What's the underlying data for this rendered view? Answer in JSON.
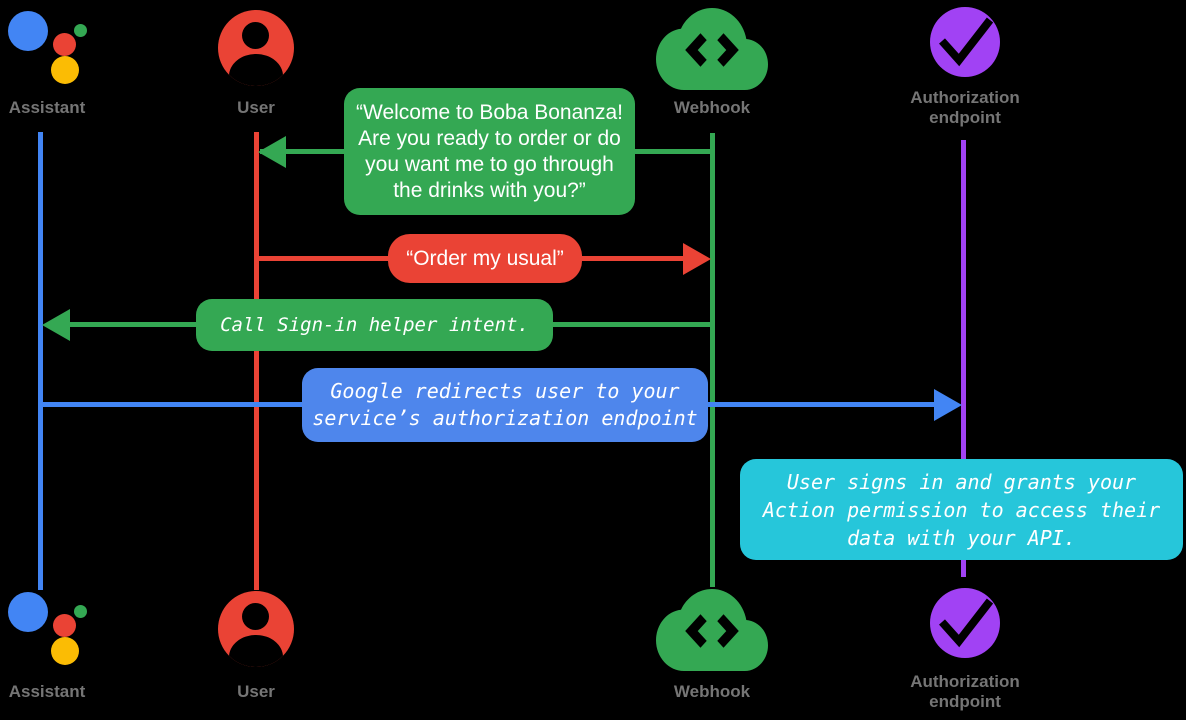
{
  "background": "#000000",
  "palette": {
    "assistant_blue": "#4285F4",
    "user_red": "#EA4335",
    "webhook_green": "#34A853",
    "auth_purple": "#A142F4",
    "assistant_yellow": "#FBBC04",
    "redirect_bubble_blue": "#4E86EC",
    "note_bubble_cyan": "#26C6DA",
    "label_gray": "#757575",
    "bubble_text": "#FFFFFF",
    "icon_glyph": "#000000"
  },
  "actors": {
    "assistant": {
      "label": "Assistant",
      "icon": "google-assistant-icon",
      "color": "#4285F4"
    },
    "user": {
      "label": "User",
      "icon": "person-circle-icon",
      "color": "#EA4335"
    },
    "webhook": {
      "label": "Webhook",
      "icon": "cloud-code-icon",
      "color": "#34A853"
    },
    "auth": {
      "label": "Authorization\nendpoint",
      "icon": "check-circle-icon",
      "color": "#A142F4"
    }
  },
  "messages": {
    "welcome": {
      "from": "Webhook",
      "to": "User",
      "color": "#34A853",
      "text": "“Welcome to Boba Bonanza!\nAre you ready to order or do\nyou want me to go through\nthe drinks with you?”"
    },
    "order": {
      "from": "User",
      "to": "Webhook",
      "color": "#EA4335",
      "text": "“Order my usual”"
    },
    "signin": {
      "from": "Webhook",
      "to": "Assistant",
      "color": "#34A853",
      "text": "Call Sign-in helper intent."
    },
    "redirect": {
      "from": "Assistant",
      "to": "Authorization endpoint",
      "color": "#4E86EC",
      "text": "Google redirects user to your\nservice’s authorization endpoint"
    },
    "note": {
      "at": "Authorization endpoint",
      "color": "#26C6DA",
      "text": "User signs in and grants your\nAction permission to access their\ndata with your API."
    }
  }
}
